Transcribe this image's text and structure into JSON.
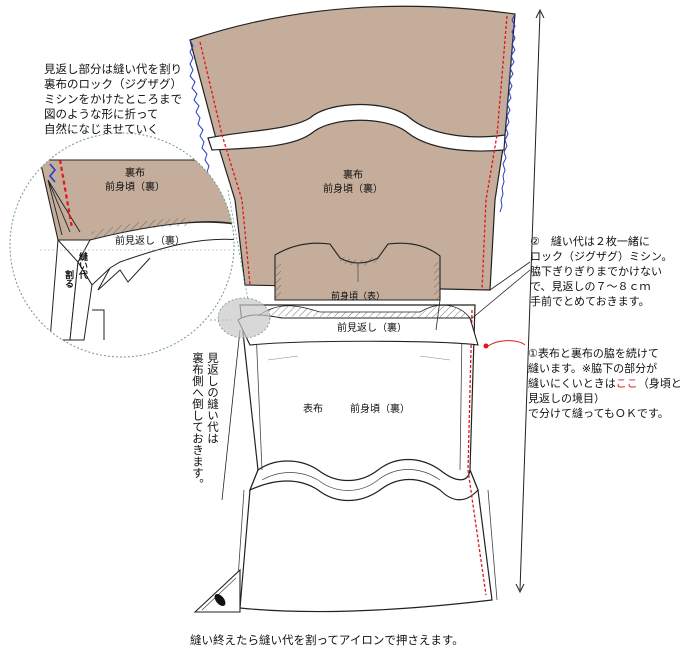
{
  "notes": {
    "top_left": "見返し部分は縫い代を割り\n裏布のロック（ジグザグ）\nミシンをかけたところまで\n図のような形に折って\n自然になじませていく",
    "right_2": "②　縫い代は２枚一緒に\nロック（ジグザグ）ミシン。\n脇下ぎりぎりまでかけない\nで、見返しの７～８ｃｍ\n手前でとめておきます。",
    "right_1_a": "①表布と裏布の脇を続けて\n縫います。※脇下の部分が\n縫いにくいときは",
    "right_1_red": "ここ",
    "right_1_b": "（身頃と見返しの境目）\nで分けて縫ってもＯＫです。",
    "vertical": "見返しの縫い代は\n裏布側へ倒しておきます。",
    "bottom": "縫い終えたら縫い代を割ってアイロンで押さえます。"
  },
  "labels": {
    "lining_1": "裏布",
    "lining_2": "前身頃（裏）",
    "front_outer": "前身頃（表）",
    "facing_back": "前見返し（裏）",
    "outer_1": "表布",
    "outer_2": "前身頃（裏）",
    "zoom_lining_1": "裏布",
    "zoom_lining_2": "前身頃（裏）",
    "zoom_facing": "前見返し（裏）",
    "zoom_sa": "縫い代",
    "zoom_split": "割る"
  },
  "colors": {
    "lining": "#c4ad9b",
    "stitch_red": "#e0151d",
    "zigzag_blue": "#2a3cc8",
    "outline": "#222222",
    "zoom_border": "#6e9a8a"
  }
}
